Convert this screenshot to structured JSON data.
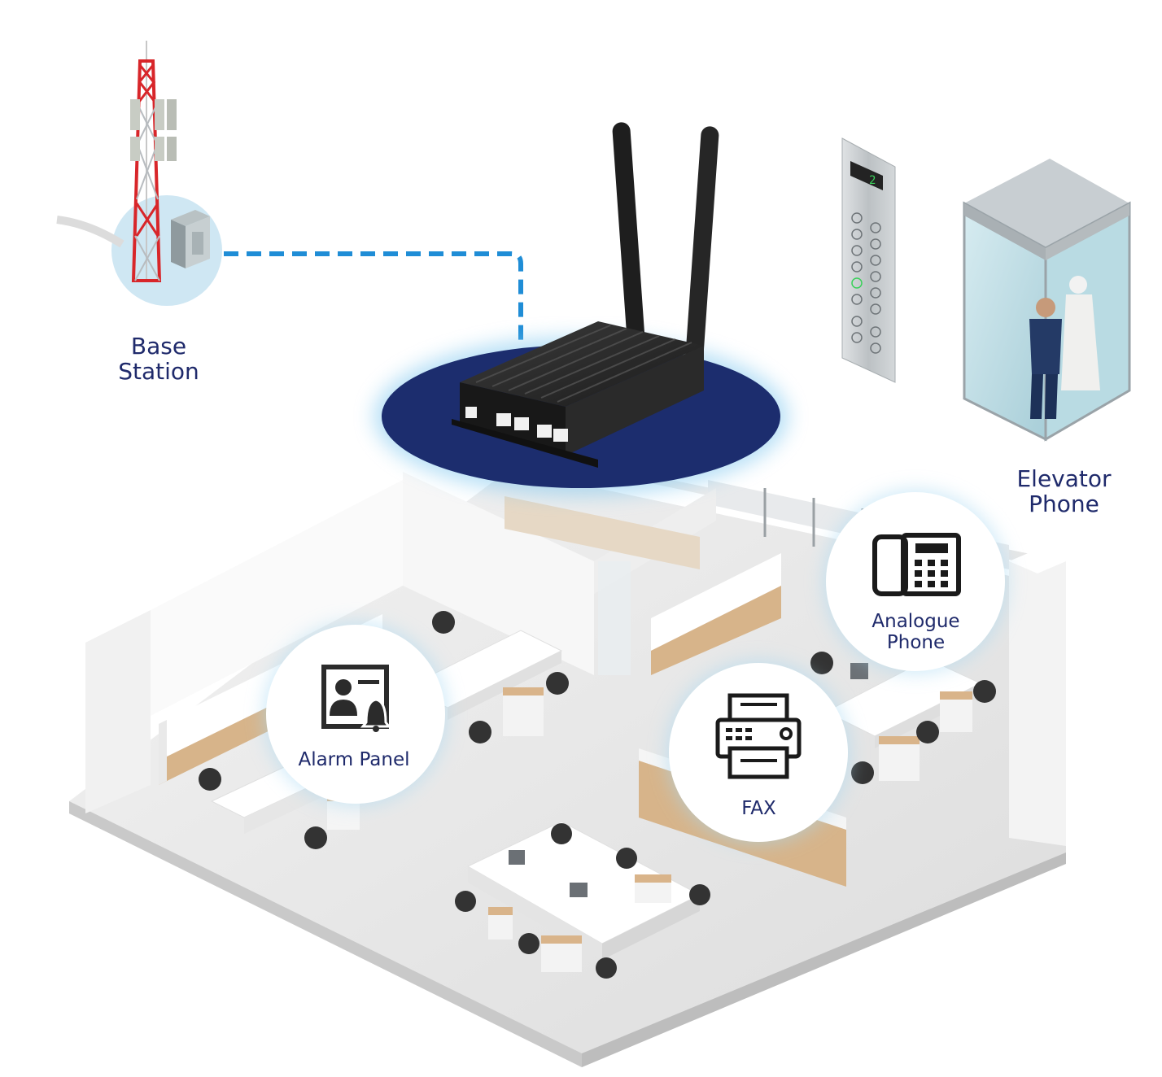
{
  "labels": {
    "base_station": [
      "Base",
      "Station"
    ],
    "elevator_phone": [
      "Elevator",
      "Phone"
    ],
    "analogue_phone": [
      "Analogue",
      "Phone"
    ],
    "alarm_panel": "Alarm Panel",
    "fax": "FAX"
  },
  "elevator_display": "2",
  "colors": {
    "text_navy": "#1f2a6b",
    "router_halo": "#1c2d6e",
    "link_dashed": "#1f8dd6",
    "base_circle": "#cfe7f3",
    "tower_red": "#d8262a"
  }
}
